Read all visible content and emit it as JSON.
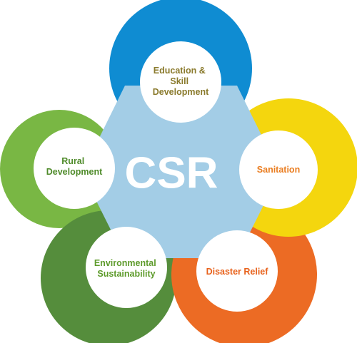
{
  "center": {
    "label": "CSR",
    "color": "#a3cde6"
  },
  "colors": {
    "rural_ring": "#79b744",
    "environment_ring": "#558d3c",
    "education_ring": "#0f8cd2",
    "sanitation_ring": "#f4d60e",
    "disaster_ring": "#ec6b24",
    "white": "#ffffff"
  },
  "nodes": {
    "education": {
      "lines": [
        "Education &",
        "Skill",
        "Development"
      ],
      "color": "#8a7a2c"
    },
    "sanitation": {
      "lines": [
        "Sanitation"
      ],
      "color": "#ea7d20"
    },
    "disaster": {
      "lines": [
        "Disaster Relief"
      ],
      "color": "#e8621c"
    },
    "environment": {
      "lines": [
        "Environmental",
        "Sustainability"
      ],
      "color": "#5e9b2c"
    },
    "rural": {
      "lines": [
        "Rural",
        "Development"
      ],
      "color": "#4f8b2a"
    }
  }
}
